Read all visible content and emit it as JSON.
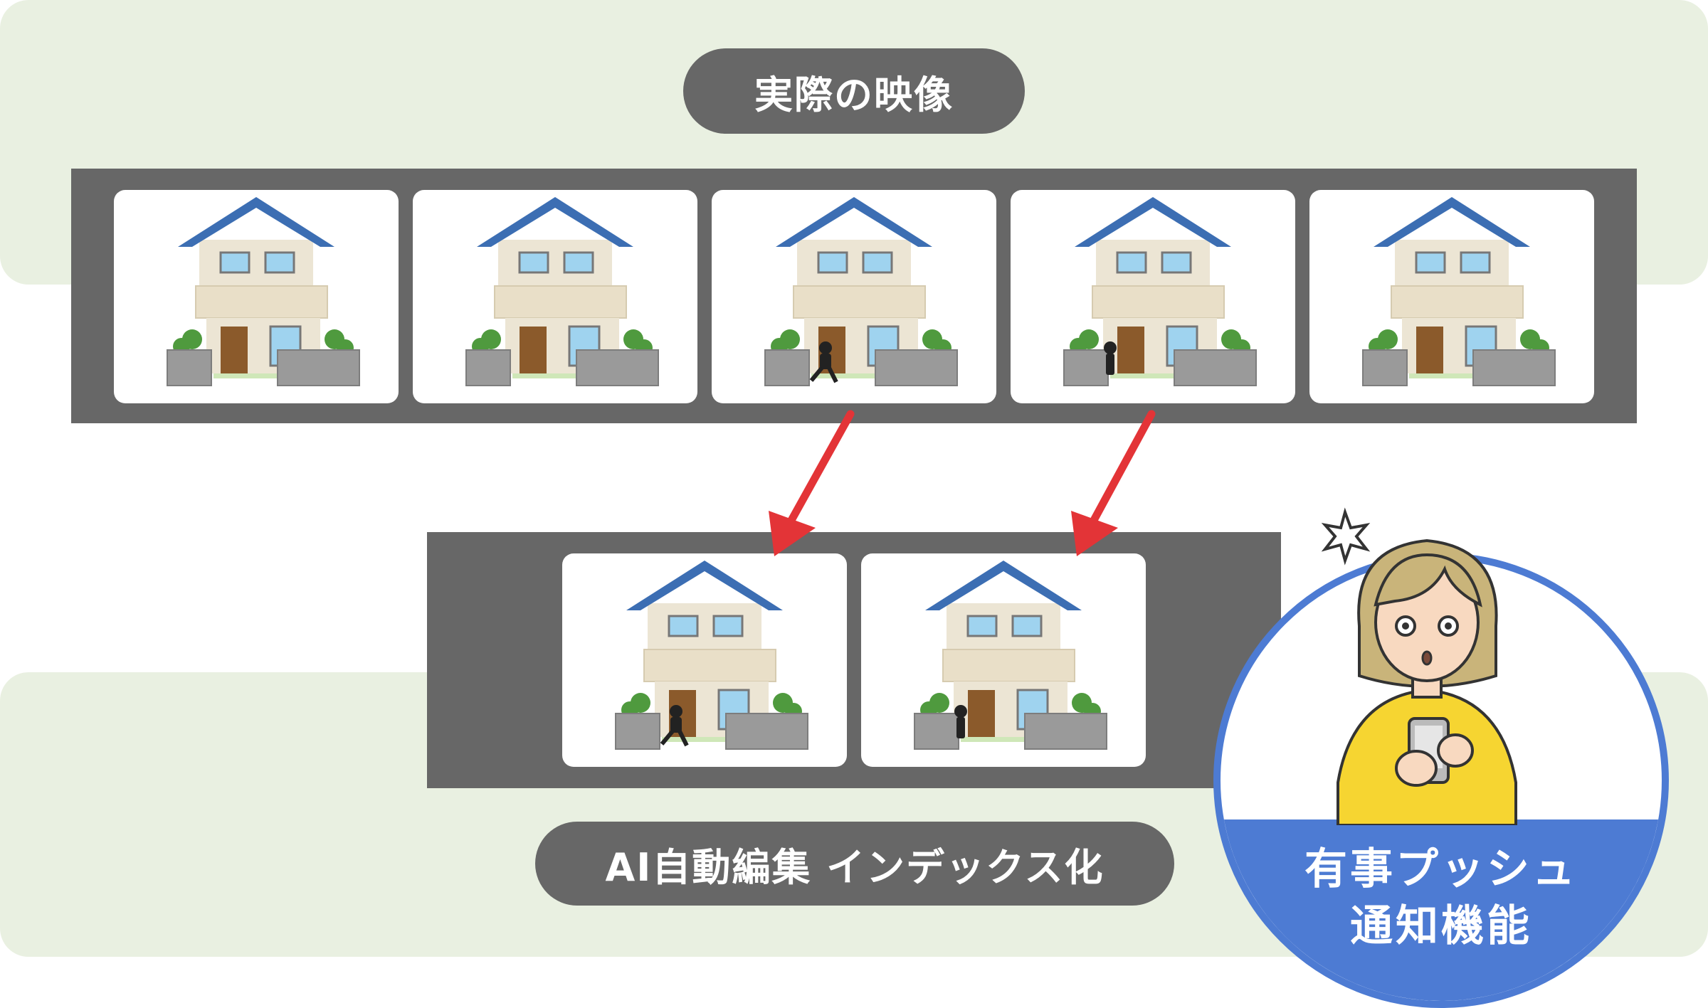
{
  "top_label": "実際の映像",
  "bottom_label": "AI自動編集 インデックス化",
  "notification": {
    "line1": "有事プッシュ",
    "line2": "通知機能"
  },
  "frames": {
    "actual": [
      {
        "intruder": "none"
      },
      {
        "intruder": "none"
      },
      {
        "intruder": "running"
      },
      {
        "intruder": "peeking"
      },
      {
        "intruder": "none"
      }
    ],
    "indexed": [
      {
        "intruder": "running"
      },
      {
        "intruder": "peeking"
      }
    ]
  },
  "icons": [
    "house-icon",
    "intruder-icon",
    "alert-burst-icon",
    "surprised-woman-with-phone-icon",
    "arrow-icon"
  ],
  "colors": {
    "band": "#e9f0e1",
    "dark": "#676767",
    "arrow": "#e33437",
    "circle": "#4d7bd3",
    "roof": "#3c6eb3"
  }
}
